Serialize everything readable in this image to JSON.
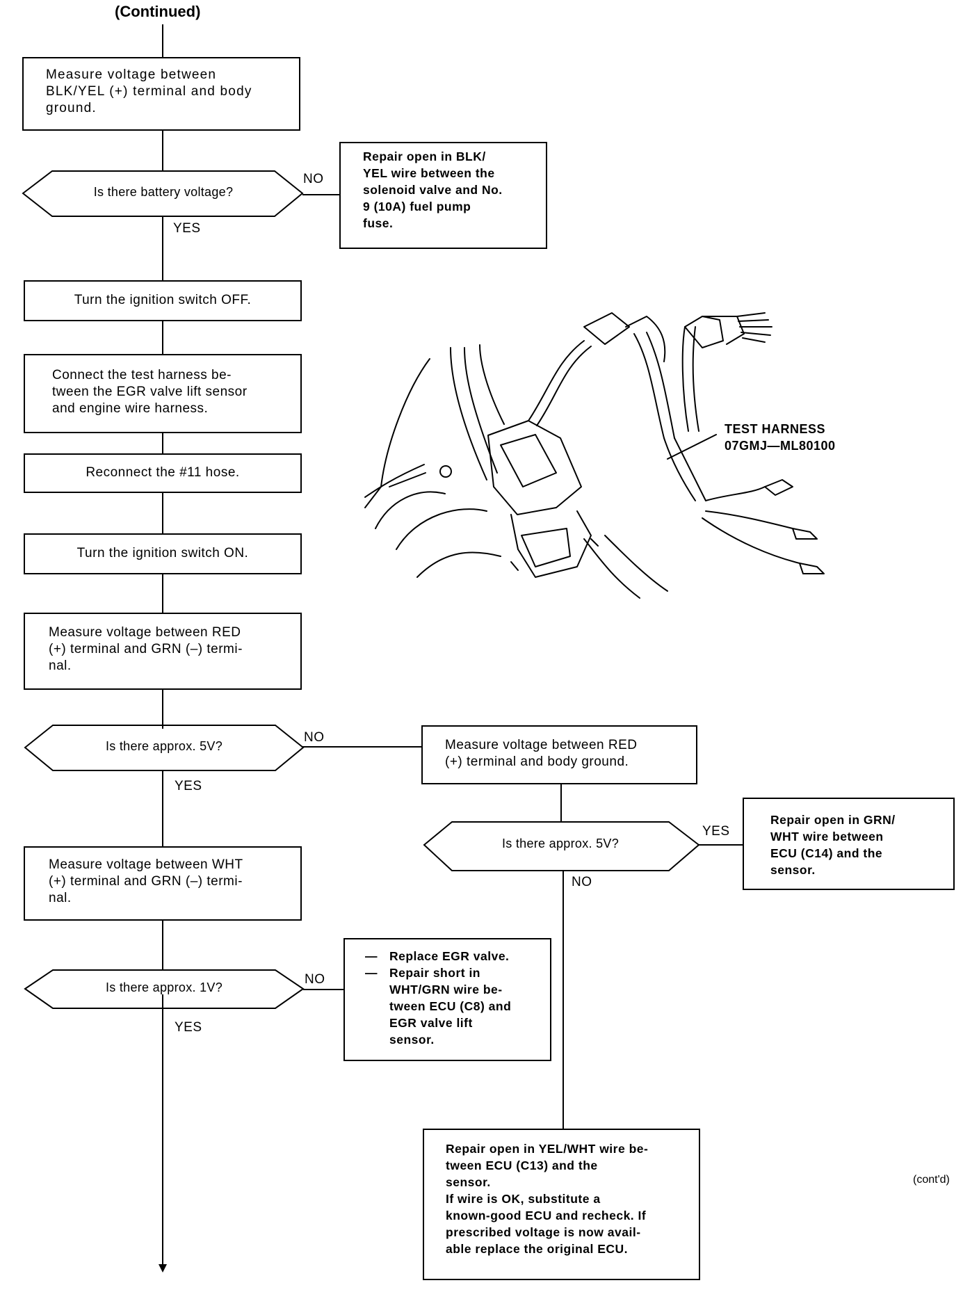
{
  "header": {
    "continued": "(Continued)"
  },
  "footer": {
    "contd": "(cont'd)"
  },
  "figure": {
    "label_line1": "TEST HARNESS",
    "label_line2": "07GMJ—ML80100"
  },
  "steps": {
    "measure_blk_yel": "Measure voltage between\nBLK/YEL (+) terminal and body\nground.",
    "q_battery": "Is there battery voltage?",
    "repair_blk_yel": "Repair open in BLK/\nYEL wire between the\nsolenoid valve and No.\n9 (10A) fuel pump\nfuse.",
    "ign_off": "Turn the ignition switch OFF.",
    "connect_harness": "Connect the test harness be-\ntween the EGR valve lift sensor\nand engine wire harness.",
    "reconnect_hose": "Reconnect the #11 hose.",
    "ign_on": "Turn the ignition switch ON.",
    "measure_red_grn": "Measure voltage between RED\n(+) terminal and GRN (–) termi-\nnal.",
    "q_5v_1": "Is there approx. 5V?",
    "measure_red_body": "Measure voltage between RED\n(+) terminal and body ground.",
    "q_5v_2": "Is there approx. 5V?",
    "repair_grn_wht": "Repair open in GRN/\nWHT wire between\nECU (C14) and the\nsensor.",
    "measure_wht_grn": "Measure voltage between WHT\n(+) terminal and GRN (–) termi-\nnal.",
    "q_1v": "Is there approx. 1V?",
    "replace_egr_dash1": "—",
    "replace_egr": "Replace EGR valve.",
    "repair_short_dash": "—",
    "repair_short": "Repair short in\nWHT/GRN wire be-\ntween ECU (C8) and\nEGR valve lift\nsensor.",
    "repair_yel_wht": "Repair open in YEL/WHT wire be-\ntween ECU (C13) and the\nsensor.\nIf wire is OK, substitute a\nknown-good ECU and recheck. If\nprescribed voltage is now avail-\nable replace the original ECU."
  },
  "branches": {
    "no_1": "NO",
    "yes_1": "YES",
    "no_2": "NO",
    "yes_2": "YES",
    "yes_3": "YES",
    "no_3": "NO",
    "no_4": "NO",
    "yes_4": "YES"
  }
}
